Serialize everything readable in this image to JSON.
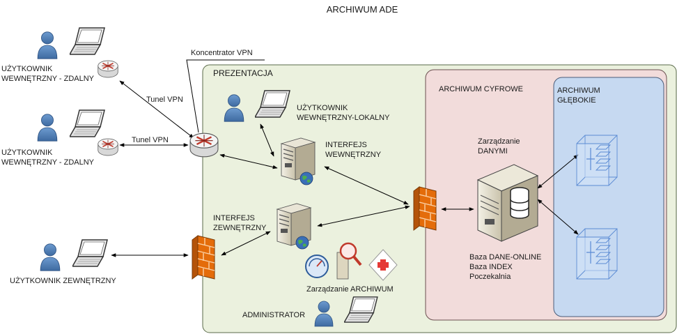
{
  "title": "ARCHIWUM ADE",
  "zones": {
    "prezentacja": "PREZENTACJA",
    "archiwum_cyfrowe": "ARCHIWUM CYFROWE",
    "archiwum_glebokie": "ARCHIWUM\nGŁĘBOKIE"
  },
  "labels": {
    "remote_user_1": "UŻYTKOWNIK\nWEWNĘTRZNY - ZDALNY",
    "remote_user_2": "UŻYTKOWNIK\nWEWNĘTRZNY - ZDALNY",
    "external_user": "UŻYTKOWNIK ZEWNĘTRZNY",
    "local_user": "UŻYTKOWNIK\nWEWNĘTRZNY-LOKALNY",
    "vpn_concentrator": "Koncentrator VPN",
    "tunnel_1": "Tunel VPN",
    "tunnel_2": "Tunel VPN",
    "internal_interface": "INTERFEJS\nWEWNĘTRZNY",
    "external_interface": "INTERFEJS\nZEWNĘTRZNY",
    "archive_management": "Zarządzanie ARCHIWUM",
    "administrator": "ADMINISTRATOR",
    "data_management": "Zarządzanie\nDANYMI",
    "databases": "Baza DANE-ONLINE\nBaza INDEX\nPoczekalnia"
  },
  "colors": {
    "prezentacja_fill": "#ebf1de",
    "prezentacja_border": "#5a6a4a",
    "cyfrowe_fill": "#f2dcdb",
    "cyfrowe_border": "#6b5050",
    "glebokie_fill": "#c6d9f1",
    "glebokie_border": "#4a5d7a",
    "person": "#4f81bd",
    "firewall": "#e46c0a",
    "arrow": "#000000"
  },
  "icons": {
    "user": "person-icon",
    "laptop": "laptop-icon",
    "router": "router-icon",
    "server": "server-icon",
    "firewall": "firewall-icon",
    "database": "database-server-icon",
    "storage": "storage-rack-icon",
    "gauge": "gauge-icon",
    "search": "magnifier-icon",
    "medical": "first-aid-icon"
  }
}
